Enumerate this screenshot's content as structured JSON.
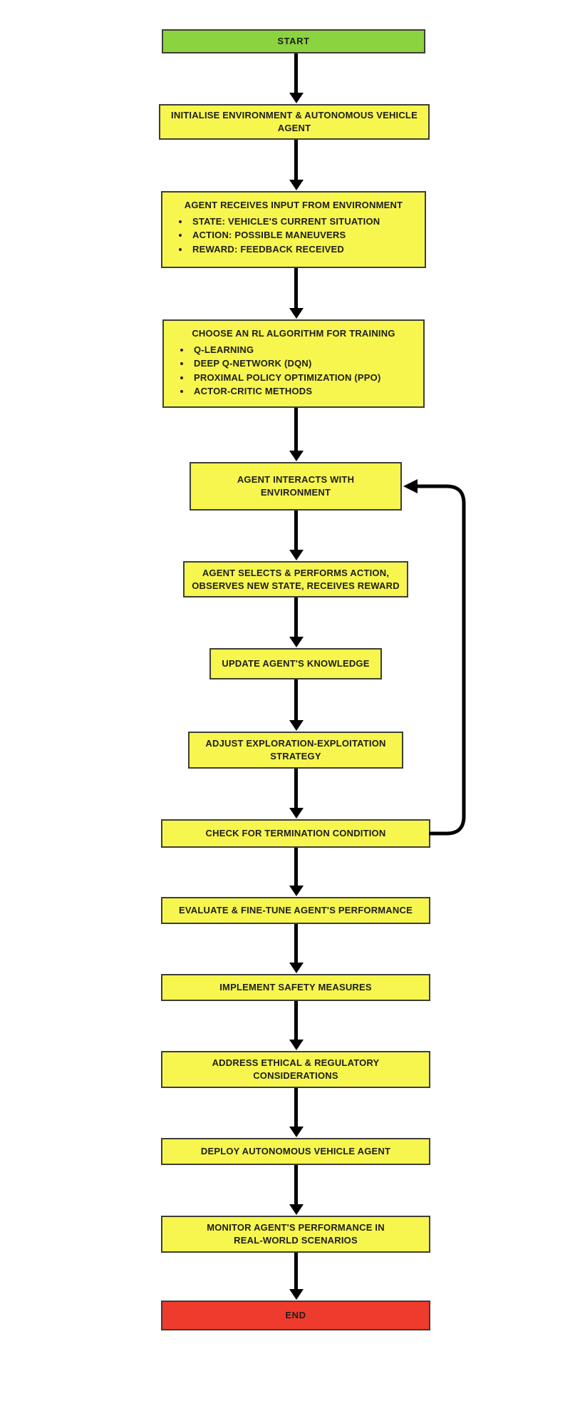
{
  "flowchart": {
    "description": "Reinforcement learning training loop for an autonomous vehicle agent",
    "colors": {
      "start_fill": "#8CD43F",
      "process_fill": "#F7F64E",
      "end_fill": "#EF3B2D",
      "border": "#3E3E36",
      "text": "#1E1E1E",
      "arrow": "#000000"
    },
    "nodes": [
      {
        "id": "start",
        "type": "start",
        "label": "START"
      },
      {
        "id": "init",
        "type": "process",
        "label": "INITIALISE ENVIRONMENT & AUTONOMOUS VEHICLE AGENT"
      },
      {
        "id": "input",
        "type": "process",
        "label": "AGENT RECEIVES INPUT FROM ENVIRONMENT",
        "bullets": [
          "STATE: VEHICLE'S CURRENT SITUATION",
          "ACTION: POSSIBLE MANEUVERS",
          "REWARD: FEEDBACK RECEIVED"
        ]
      },
      {
        "id": "algorithm",
        "type": "process",
        "label": "CHOOSE AN RL ALGORITHM FOR TRAINING",
        "bullets": [
          "Q-LEARNING",
          "DEEP Q-NETWORK (DQN)",
          "PROXIMAL POLICY OPTIMIZATION (PPO)",
          "ACTOR-CRITIC METHODS"
        ]
      },
      {
        "id": "interact",
        "type": "process",
        "label": "AGENT INTERACTS WITH ENVIRONMENT"
      },
      {
        "id": "select",
        "type": "process",
        "label": "AGENT SELECTS & PERFORMS ACTION, OBSERVES NEW STATE, RECEIVES REWARD"
      },
      {
        "id": "update",
        "type": "process",
        "label": "UPDATE AGENT'S KNOWLEDGE"
      },
      {
        "id": "adjust",
        "type": "process",
        "label": "ADJUST EXPLORATION-EXPLOITATION STRATEGY"
      },
      {
        "id": "check",
        "type": "process",
        "label": "CHECK FOR TERMINATION CONDITION"
      },
      {
        "id": "evaluate",
        "type": "process",
        "label": "EVALUATE & FINE-TUNE AGENT'S PERFORMANCE"
      },
      {
        "id": "safety",
        "type": "process",
        "label": "IMPLEMENT SAFETY MEASURES"
      },
      {
        "id": "ethics",
        "type": "process",
        "label": "ADDRESS ETHICAL & REGULATORY CONSIDERATIONS"
      },
      {
        "id": "deploy",
        "type": "process",
        "label": "DEPLOY AUTONOMOUS VEHICLE AGENT"
      },
      {
        "id": "monitor",
        "type": "process",
        "label": "MONITOR AGENT'S PERFORMANCE IN REAL-WORLD SCENARIOS"
      },
      {
        "id": "end",
        "type": "end",
        "label": "END"
      }
    ],
    "edges": [
      {
        "from": "start",
        "to": "init"
      },
      {
        "from": "init",
        "to": "input"
      },
      {
        "from": "input",
        "to": "algorithm"
      },
      {
        "from": "algorithm",
        "to": "interact"
      },
      {
        "from": "interact",
        "to": "select"
      },
      {
        "from": "select",
        "to": "update"
      },
      {
        "from": "update",
        "to": "adjust"
      },
      {
        "from": "adjust",
        "to": "check"
      },
      {
        "from": "check",
        "to": "evaluate"
      },
      {
        "from": "evaluate",
        "to": "safety"
      },
      {
        "from": "safety",
        "to": "ethics"
      },
      {
        "from": "ethics",
        "to": "deploy"
      },
      {
        "from": "deploy",
        "to": "monitor"
      },
      {
        "from": "monitor",
        "to": "end"
      },
      {
        "from": "check",
        "to": "interact",
        "kind": "loop-back"
      }
    ]
  }
}
